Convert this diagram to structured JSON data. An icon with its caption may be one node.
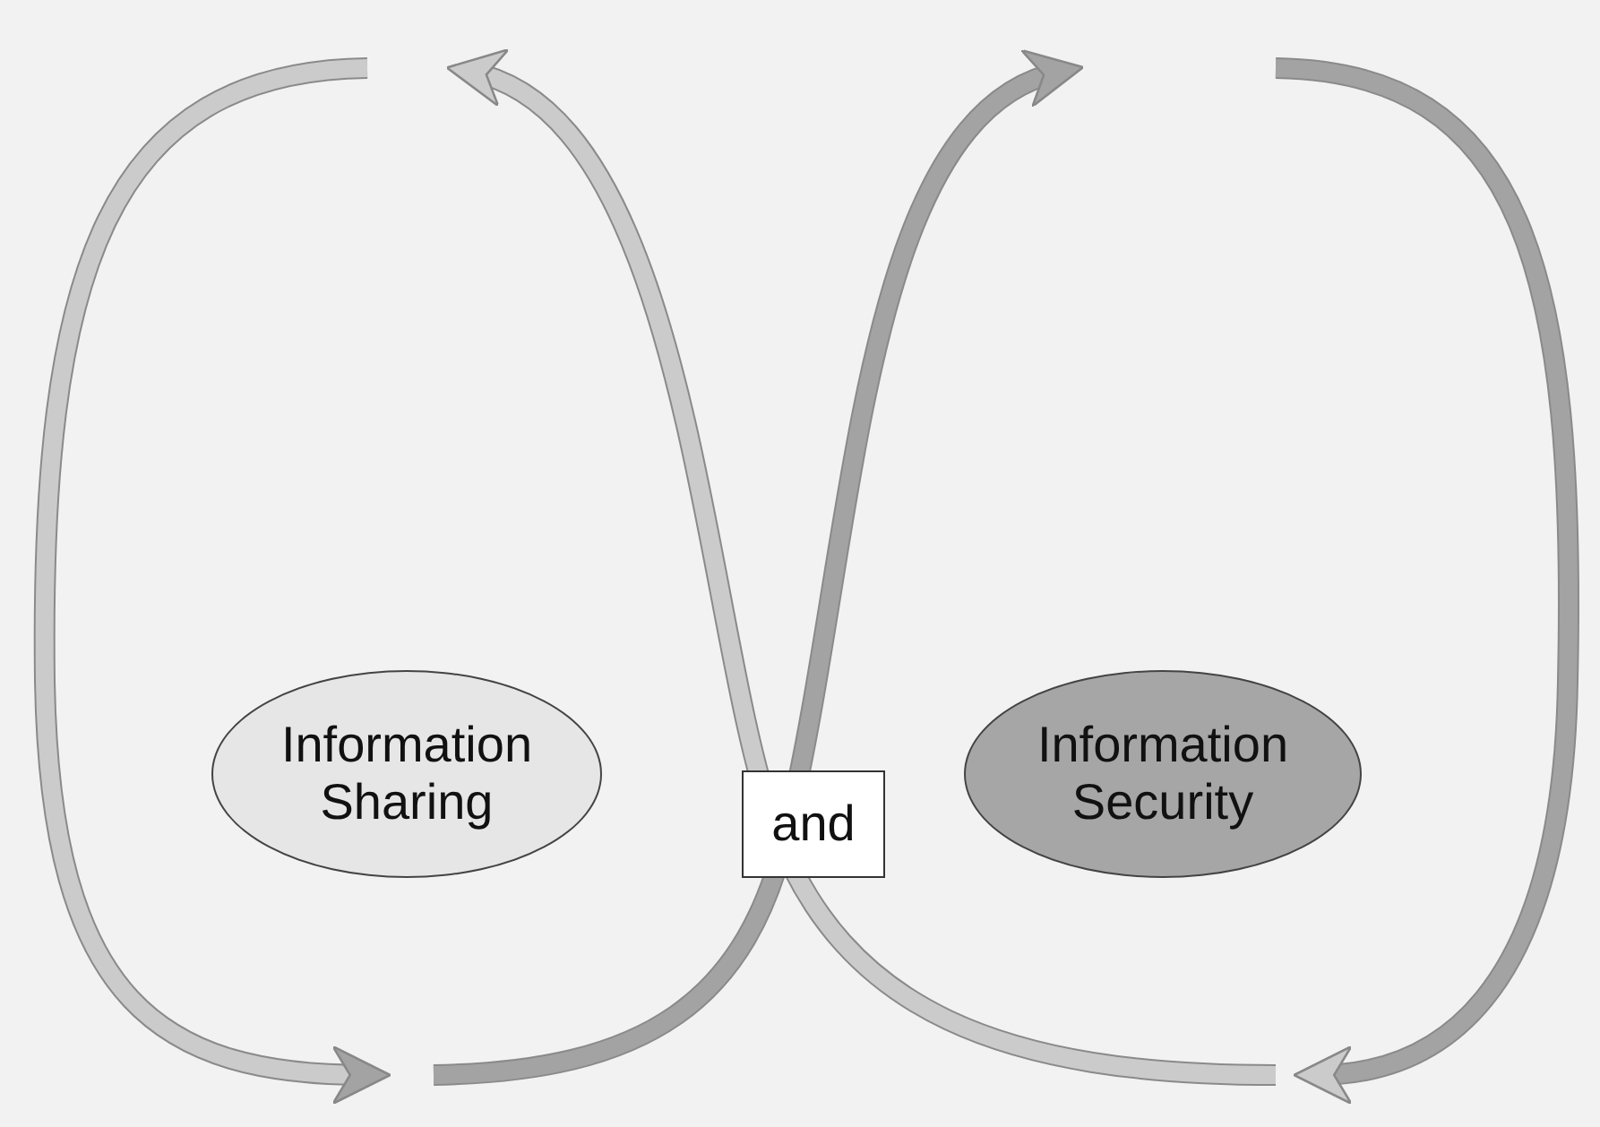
{
  "diagram": {
    "nodes": [
      {
        "text": [
          "Information Sharing"
        ]
      },
      {
        "text": [
          "and"
        ]
      },
      {
        "text": [
          "Information Security"
        ]
      }
    ]
  }
}
